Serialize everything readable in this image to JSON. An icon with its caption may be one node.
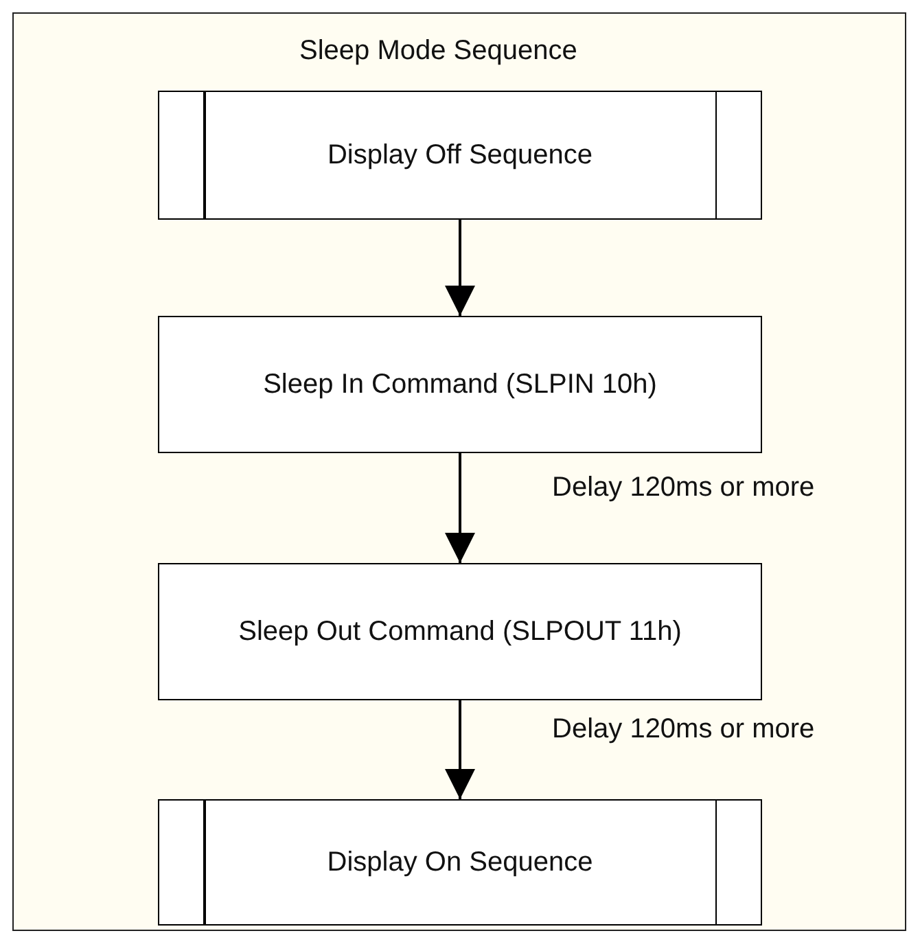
{
  "diagram": {
    "title": "Sleep Mode Sequence",
    "nodes": [
      {
        "text": [
          "Display Off Sequence"
        ]
      },
      {
        "text": [
          "Sleep In Command (SLPIN 10h)"
        ]
      },
      {
        "text": [
          "Sleep Out Command (SLPOUT 11h)"
        ]
      },
      {
        "text": [
          "Display On Sequence"
        ]
      }
    ],
    "edges": [
      {
        "from": 0,
        "to": 1,
        "arrow": "to"
      },
      {
        "from": 1,
        "to": 2,
        "arrow": "to",
        "label": "Delay 120ms or more"
      },
      {
        "from": 2,
        "to": 3,
        "arrow": "to",
        "label": "Delay 120ms or more"
      }
    ]
  }
}
